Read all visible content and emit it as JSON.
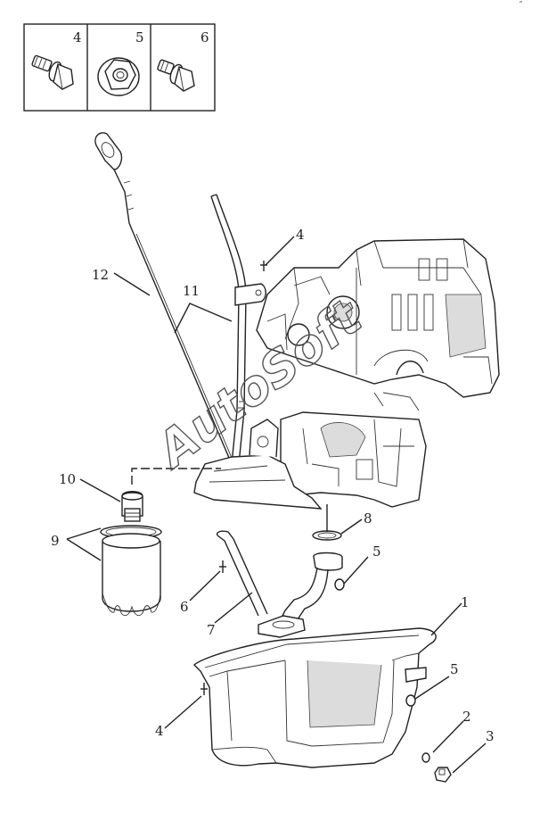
{
  "legend": {
    "cells": [
      {
        "number": "4",
        "icon": "bolt-flanged-icon"
      },
      {
        "number": "5",
        "icon": "nut-flanged-icon"
      },
      {
        "number": "6",
        "icon": "bolt-flanged-icon"
      }
    ]
  },
  "callouts": {
    "c1": "1",
    "c2": "2",
    "c3": "3",
    "c4_top": "4",
    "c4_bottom": "4",
    "c5_upper": "5",
    "c5_lower": "5",
    "c6": "6",
    "c7": "7",
    "c8": "8",
    "c9": "9",
    "c10": "10",
    "c11": "11",
    "c12": "12"
  },
  "watermark": "AutoSoft",
  "colors": {
    "line": "#222222",
    "background": "#ffffff",
    "shade": "#dcdcdc"
  }
}
